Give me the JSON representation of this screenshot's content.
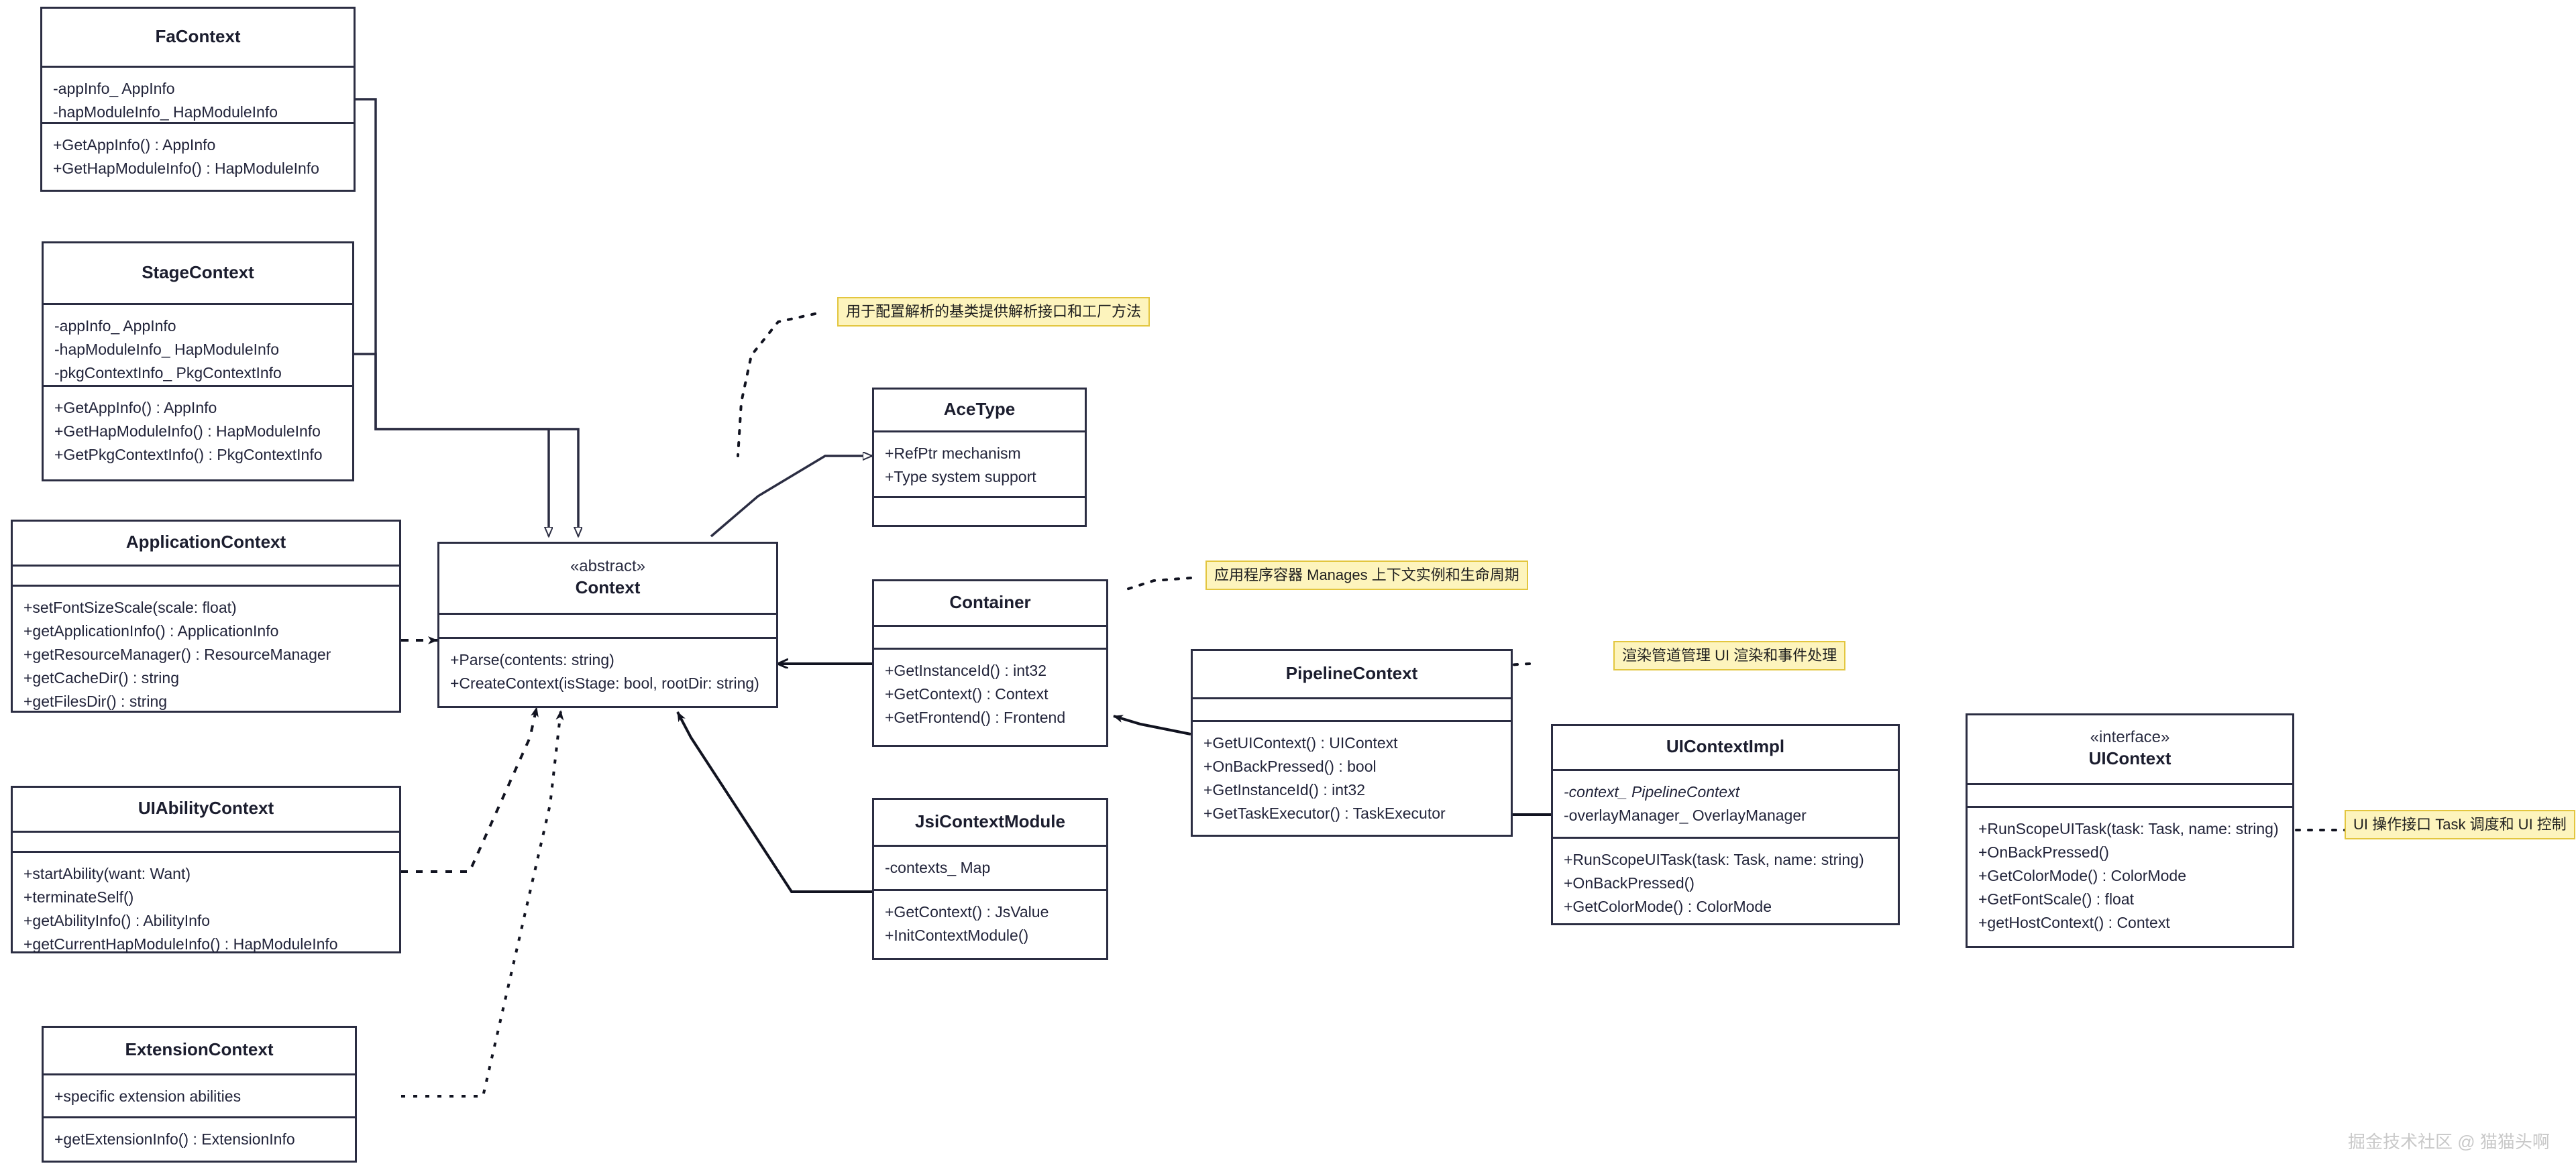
{
  "diagram": {
    "type": "uml-class-diagram",
    "background": "#ffffff",
    "stroke_color": "#2b2d42",
    "note_fill": "#fdf4bd",
    "note_border": "#e3c63f"
  },
  "classes": [
    {
      "id": "facontext",
      "stereotype": "",
      "name": "FaContext",
      "attributes": [
        "-appInfo_ AppInfo",
        "-hapModuleInfo_ HapModuleInfo"
      ],
      "operations": [
        "+GetAppInfo() : AppInfo",
        "+GetHapModuleInfo() : HapModuleInfo"
      ]
    },
    {
      "id": "stagecontext",
      "stereotype": "",
      "name": "StageContext",
      "attributes": [
        "-appInfo_ AppInfo",
        "-hapModuleInfo_ HapModuleInfo",
        "-pkgContextInfo_ PkgContextInfo"
      ],
      "operations": [
        "+GetAppInfo() : AppInfo",
        "+GetHapModuleInfo() : HapModuleInfo",
        "+GetPkgContextInfo() : PkgContextInfo"
      ]
    },
    {
      "id": "applicationcontext",
      "stereotype": "",
      "name": "ApplicationContext",
      "attributes": [],
      "operations": [
        "+setFontSizeScale(scale: float)",
        "+getApplicationInfo() : ApplicationInfo",
        "+getResourceManager() : ResourceManager",
        "+getCacheDir() : string",
        "+getFilesDir() : string"
      ]
    },
    {
      "id": "uiabilitycontext",
      "stereotype": "",
      "name": "UIAbilityContext",
      "attributes": [],
      "operations": [
        "+startAbility(want: Want)",
        "+terminateSelf()",
        "+getAbilityInfo() : AbilityInfo",
        "+getCurrentHapModuleInfo() : HapModuleInfo"
      ]
    },
    {
      "id": "extensioncontext",
      "stereotype": "",
      "name": "ExtensionContext",
      "attributes": [
        "+specific extension abilities"
      ],
      "operations": [
        "+getExtensionInfo() : ExtensionInfo"
      ]
    },
    {
      "id": "context",
      "stereotype": "«abstract»",
      "name": "Context",
      "attributes": [],
      "operations": [
        "+Parse(contents: string)",
        "+CreateContext(isStage: bool, rootDir: string)"
      ]
    },
    {
      "id": "acetype",
      "stereotype": "",
      "name": "AceType",
      "attributes": [
        "+RefPtr mechanism",
        "+Type system support"
      ],
      "operations": []
    },
    {
      "id": "container",
      "stereotype": "",
      "name": "Container",
      "attributes": [],
      "operations": [
        "+GetInstanceId() : int32",
        "+GetContext() : Context",
        "+GetFrontend() : Frontend"
      ]
    },
    {
      "id": "jsicontextmodule",
      "stereotype": "",
      "name": "JsiContextModule",
      "attributes": [
        "-contexts_ Map"
      ],
      "operations": [
        "+GetContext() : JsValue",
        "+InitContextModule()"
      ]
    },
    {
      "id": "pipelinecontext",
      "stereotype": "",
      "name": "PipelineContext",
      "attributes": [],
      "operations": [
        "+GetUIContext() : UIContext",
        "+OnBackPressed() : bool",
        "+GetInstanceId() : int32",
        "+GetTaskExecutor() : TaskExecutor"
      ]
    },
    {
      "id": "uicontextimpl",
      "stereotype": "",
      "name": "UIContextImpl",
      "attributes": [
        "-context_ PipelineContext",
        "-overlayManager_ OverlayManager"
      ],
      "operations": [
        "+RunScopeUITask(task: Task, name: string)",
        "+OnBackPressed()",
        "+GetColorMode() : ColorMode"
      ]
    },
    {
      "id": "uicontext",
      "stereotype": "«interface»",
      "name": "UIContext",
      "attributes": [],
      "operations": [
        "+RunScopeUITask(task: Task, name: string)",
        "+OnBackPressed()",
        "+GetColorMode() : ColorMode",
        "+GetFontScale() : float",
        "+getHostContext() : Context"
      ]
    }
  ],
  "notes": [
    {
      "id": "note-context",
      "text": "用于配置解析的基类提供解析接口和工厂方法"
    },
    {
      "id": "note-container",
      "text": "应用程序容器 Manages 上下文实例和生命周期"
    },
    {
      "id": "note-pipeline",
      "text": "渲染管道管理 UI 渲染和事件处理"
    },
    {
      "id": "note-uicontext",
      "text": "UI 操作接口 Task 调度和 UI 控制"
    }
  ],
  "watermark": {
    "text": "掘金技术社区 @ 猫猫头啊"
  }
}
